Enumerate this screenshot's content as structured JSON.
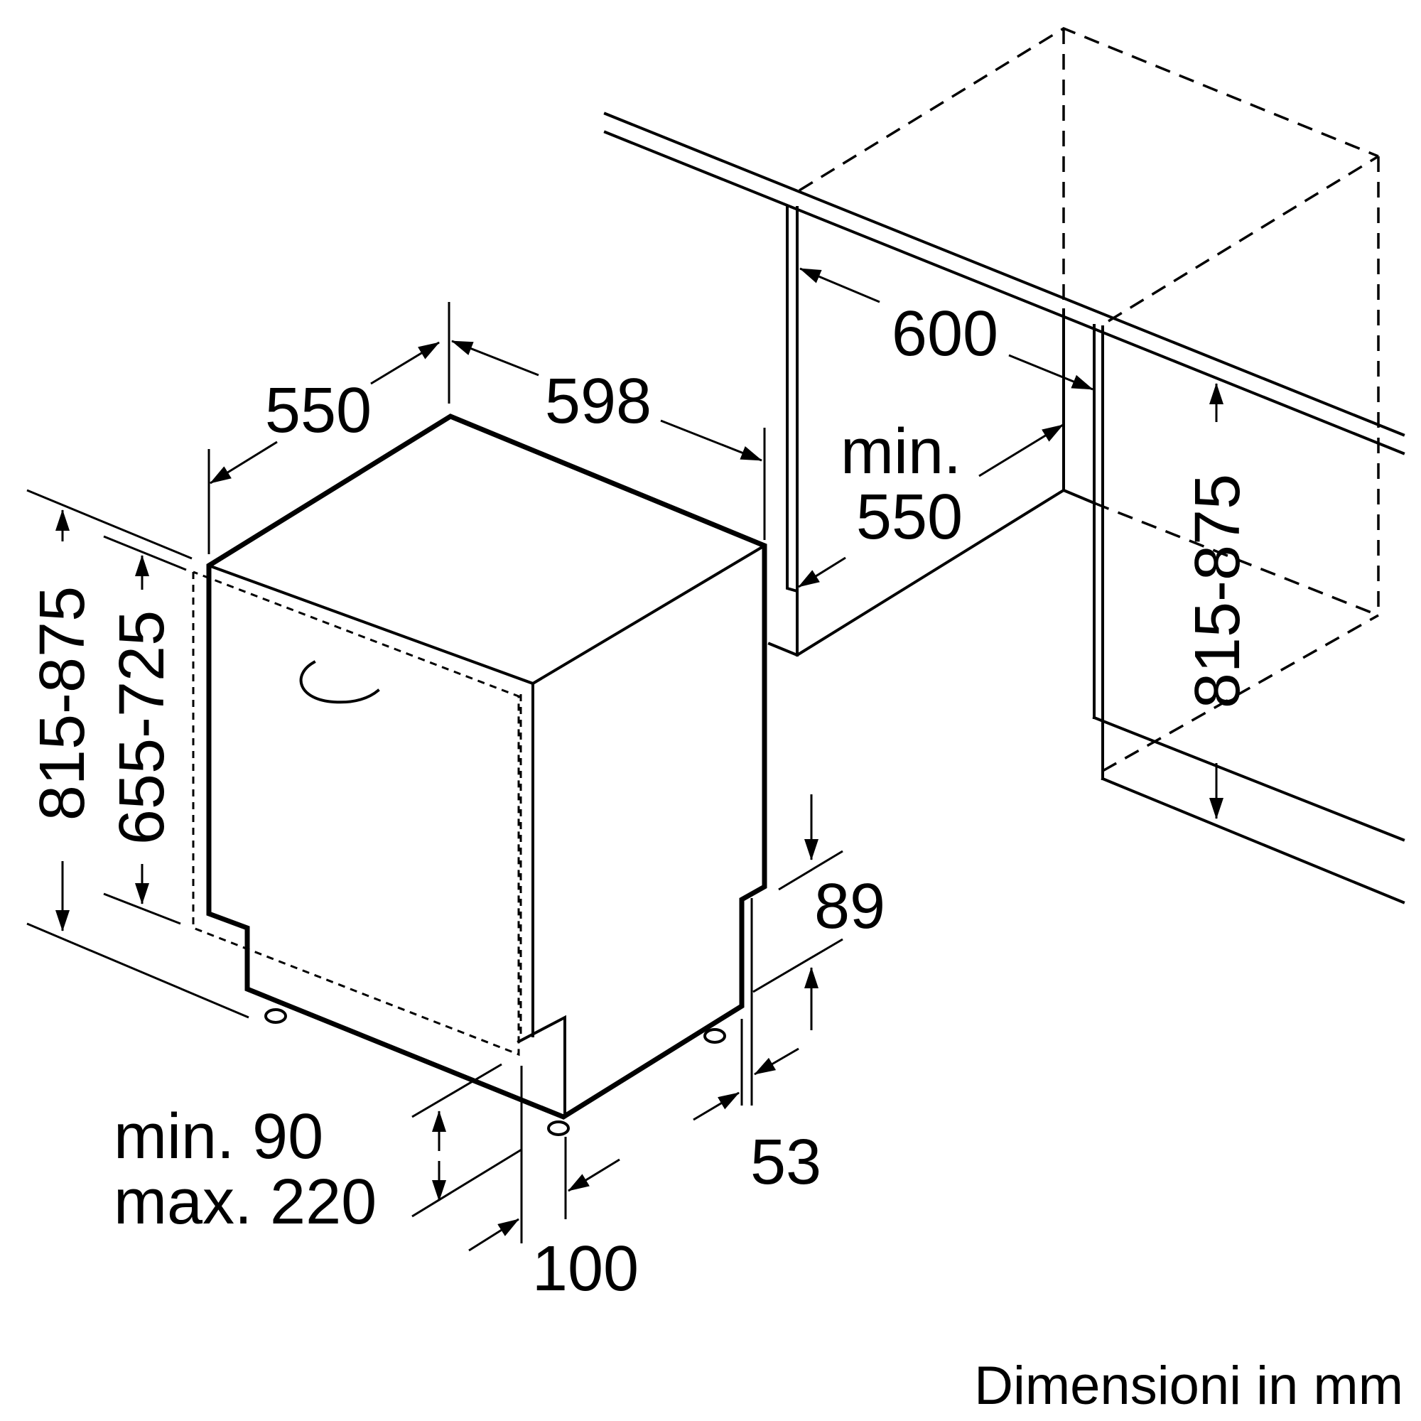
{
  "labels": {
    "width_front": "598",
    "depth_side": "550",
    "niche_depth": "600",
    "niche_min_width_line1": "min.",
    "niche_min_width_line2": "550",
    "height_left_outer": "815-875",
    "height_left_inner": "655-725",
    "height_niche": "815-875",
    "base_offset": "89",
    "side_gap": "53",
    "plinth_line1": "min. 90",
    "plinth_line2": "max. 220",
    "plinth_depth": "100",
    "footer": "Dimensioni in mm"
  }
}
